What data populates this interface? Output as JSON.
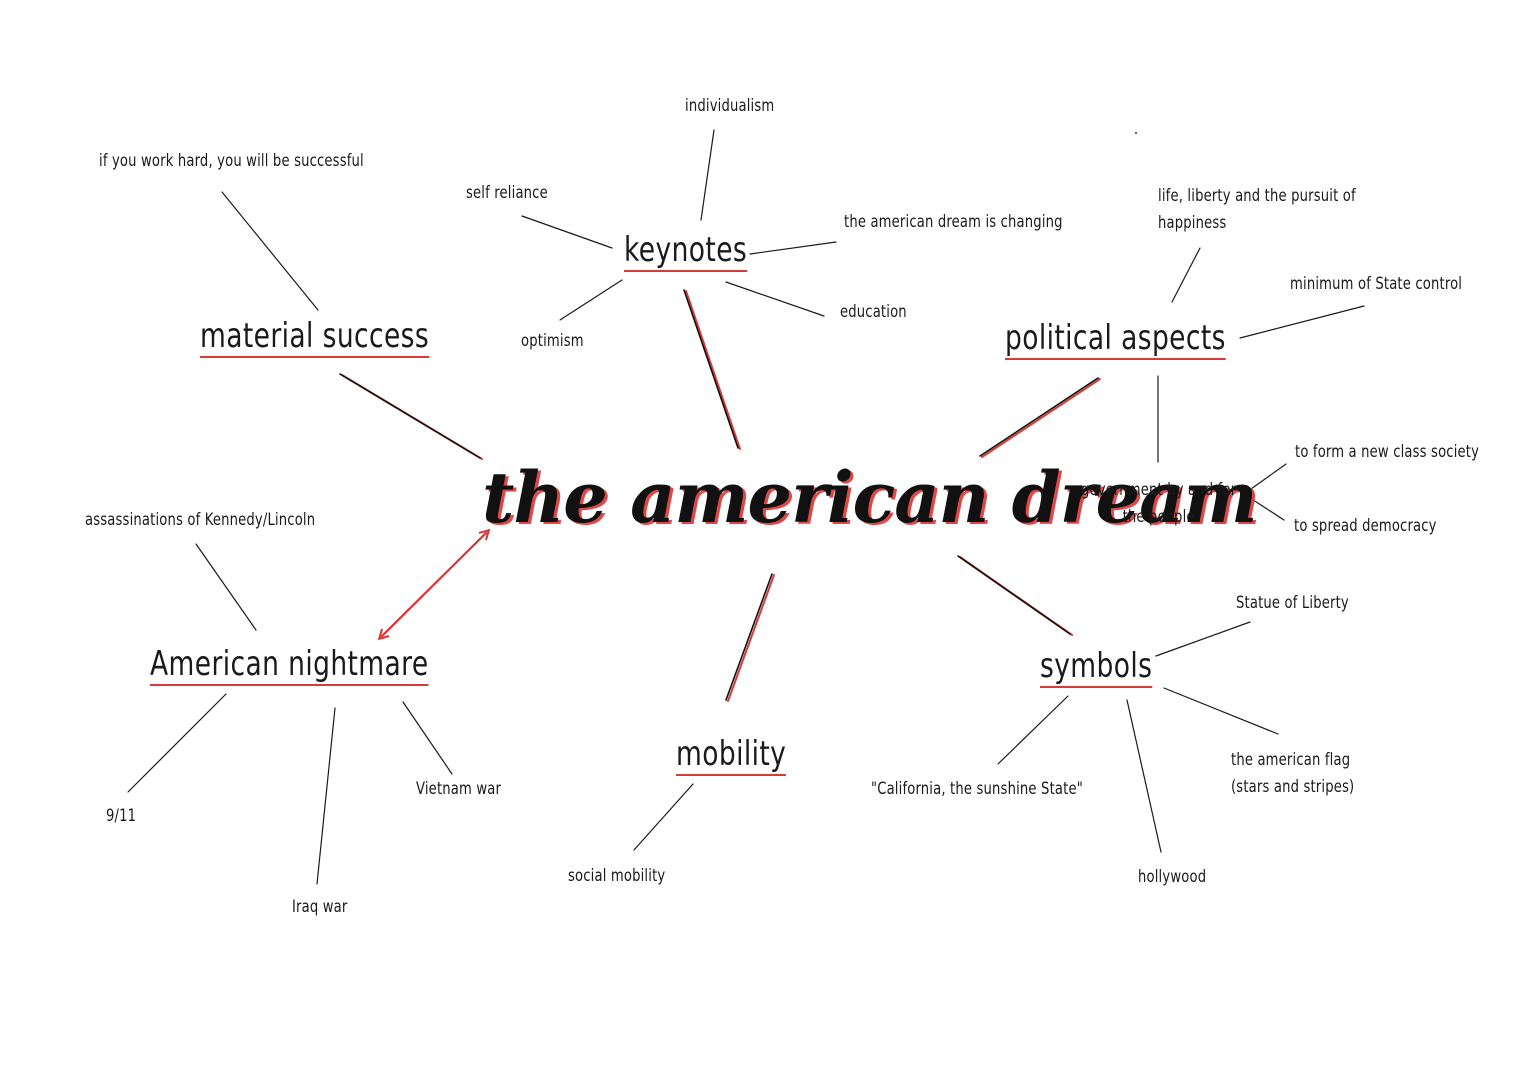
{
  "center": "the american dream",
  "headings": {
    "material_success": "material success",
    "keynotes": "keynotes",
    "political_aspects": "political aspects",
    "american_nightmare": "American nightmare",
    "mobility": "mobility",
    "symbols": "symbols"
  },
  "material_success": {
    "work_hard": "if you work hard, you will be successful"
  },
  "keynotes": {
    "individualism": "individualism",
    "self_reliance": "self reliance",
    "optimism": "optimism",
    "changing": "the american dream is changing",
    "education": "education"
  },
  "political": {
    "life_liberty_line1": "life, liberty and the pursuit of",
    "life_liberty_line2": "happiness",
    "minimum_state": "minimum of State control",
    "government_line1": "government by and for",
    "government_line2": "the people",
    "new_class": "to form a new class society",
    "democracy": "to spread democracy"
  },
  "nightmare": {
    "assassinations": "assassinations of Kennedy/Lincoln",
    "nine_eleven": "9/11",
    "iraq": "Iraq war",
    "vietnam": "Vietnam war"
  },
  "mobility": {
    "social": "social mobility"
  },
  "symbols": {
    "statue": "Statue of Liberty",
    "flag_line1": "the american flag",
    "flag_line2": "(stars and stripes)",
    "california": "\"California, the sunshine State\"",
    "hollywood": "hollywood"
  },
  "colors": {
    "accent": "#d83a3a",
    "line": "#1a1a1a"
  }
}
